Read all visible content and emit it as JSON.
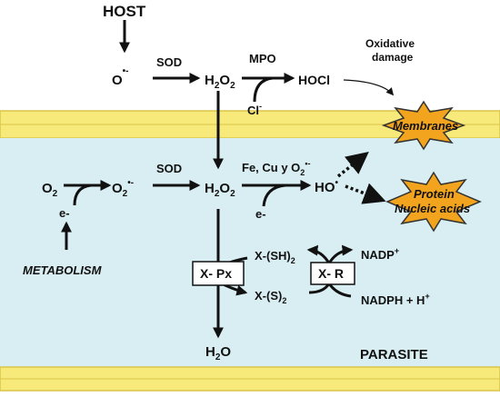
{
  "colors": {
    "membrane": "#f7e97a",
    "membrane_edge": "#d9c64a",
    "cytoplasm": "#d9eef3",
    "star_fill": "#f2a41f",
    "text": "#111111"
  },
  "labels": {
    "host": "HOST",
    "superoxide_top": "O",
    "superoxide_top_sup": "•-",
    "sod_top": "SOD",
    "h2o2_top": "H",
    "h2o2_top_sub1": "2",
    "h2o2_top_o": "O",
    "h2o2_top_sub2": "2",
    "mpo": "MPO",
    "hocl": "HOCl",
    "chloride": "Cl",
    "chloride_sup": "-",
    "oxidative_line1": "Oxidative",
    "oxidative_line2": "damage",
    "membranes": "Membranes",
    "o2": "O",
    "o2_sub": "2",
    "electron_left": "e-",
    "superoxide_mid": "O",
    "superoxide_mid_sub": "2",
    "superoxide_mid_sup": "•-",
    "sod_mid": "SOD",
    "h2o2_mid": "H",
    "h2o2_mid_sub1": "2",
    "h2o2_mid_o": "O",
    "h2o2_mid_sub2": "2",
    "fenton": "Fe, Cu y O",
    "fenton_sub": "2",
    "fenton_sup": "•-",
    "hydroxyl": "HO",
    "hydroxyl_sup": "•",
    "electron_mid": "e-",
    "protein": "Protein",
    "nucleic": "Nucleic acids",
    "metabolism": "METABOLISM",
    "xpx": "X- Px",
    "xsh2": "X-(SH)",
    "xsh2_sub": "2",
    "xs2": "X-(S)",
    "xs2_sub": "2",
    "xr": "X- R",
    "nadp": "NADP",
    "nadp_sup": "+",
    "nadph": "NADPH + H",
    "nadph_sup": "+",
    "water": "H",
    "water_sub": "2",
    "water_o": "O",
    "parasite": "PARASITE"
  }
}
